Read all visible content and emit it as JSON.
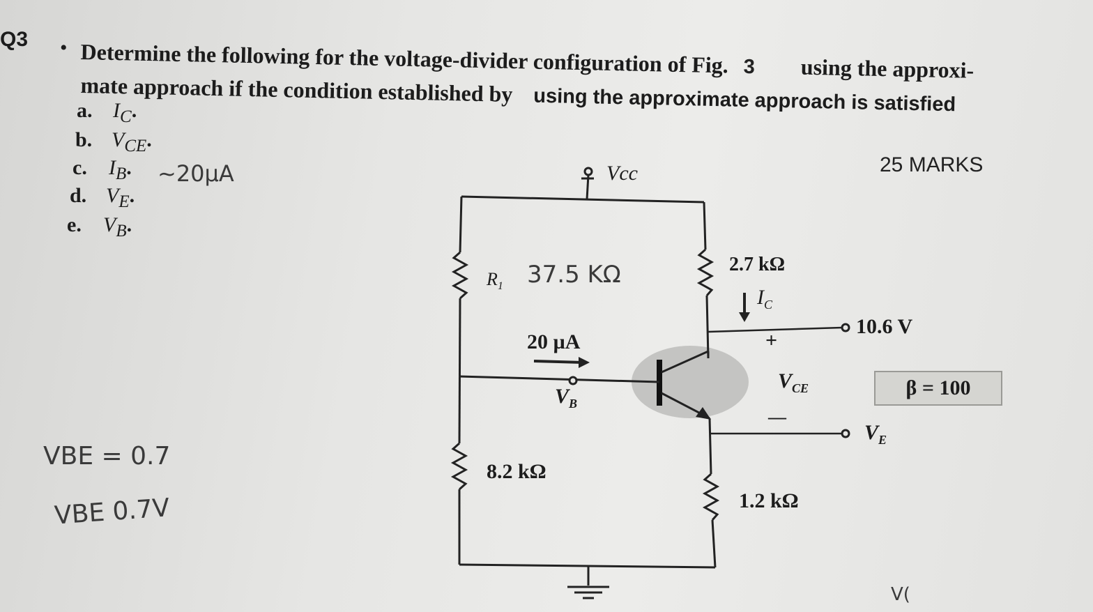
{
  "question": {
    "number": "Q3",
    "bullet": "•",
    "text_part1": "Determine the following for the voltage-divider configuration of Fig.",
    "fig_number": "3",
    "text_part2": "using the approxi-",
    "text_line2_a": "mate approach if the condition established by",
    "text_line2_b": "using the approximate approach is satisfied",
    "marks": "25 MARKS"
  },
  "items": [
    {
      "letter": "a.",
      "symbol": "I",
      "sub": "C",
      "suffix": "."
    },
    {
      "letter": "b.",
      "symbol": "V",
      "sub": "CE",
      "suffix": "."
    },
    {
      "letter": "c.",
      "symbol": "I",
      "sub": "B",
      "suffix": "."
    },
    {
      "letter": "d.",
      "symbol": "V",
      "sub": "E",
      "suffix": "."
    },
    {
      "letter": "e.",
      "symbol": "V",
      "sub": "B",
      "suffix": "."
    }
  ],
  "handwritten": {
    "ib_answer": "~20µA",
    "r1_value": "37.5 KΩ",
    "vbe_note_1": "VBE = 0.7",
    "vbe_note_2": "VBE 0.7V",
    "bottom_right": "V("
  },
  "circuit": {
    "vcc_label": "Vcc",
    "r1_label": "R",
    "r1_sub": "1",
    "rc_value": "2.7 kΩ",
    "ic_label": "I",
    "ic_sub": "C",
    "vc_value": "10.6  V",
    "ib_value": "20 µA",
    "vb_label": "V",
    "vb_sub": "B",
    "plus": "+",
    "vce_label": "V",
    "vce_sub": "CE",
    "minus": "—",
    "beta": "β = 100",
    "ve_label": "V",
    "ve_sub": "E",
    "r2_value": "8.2 kΩ",
    "re_value": "1.2 kΩ"
  }
}
